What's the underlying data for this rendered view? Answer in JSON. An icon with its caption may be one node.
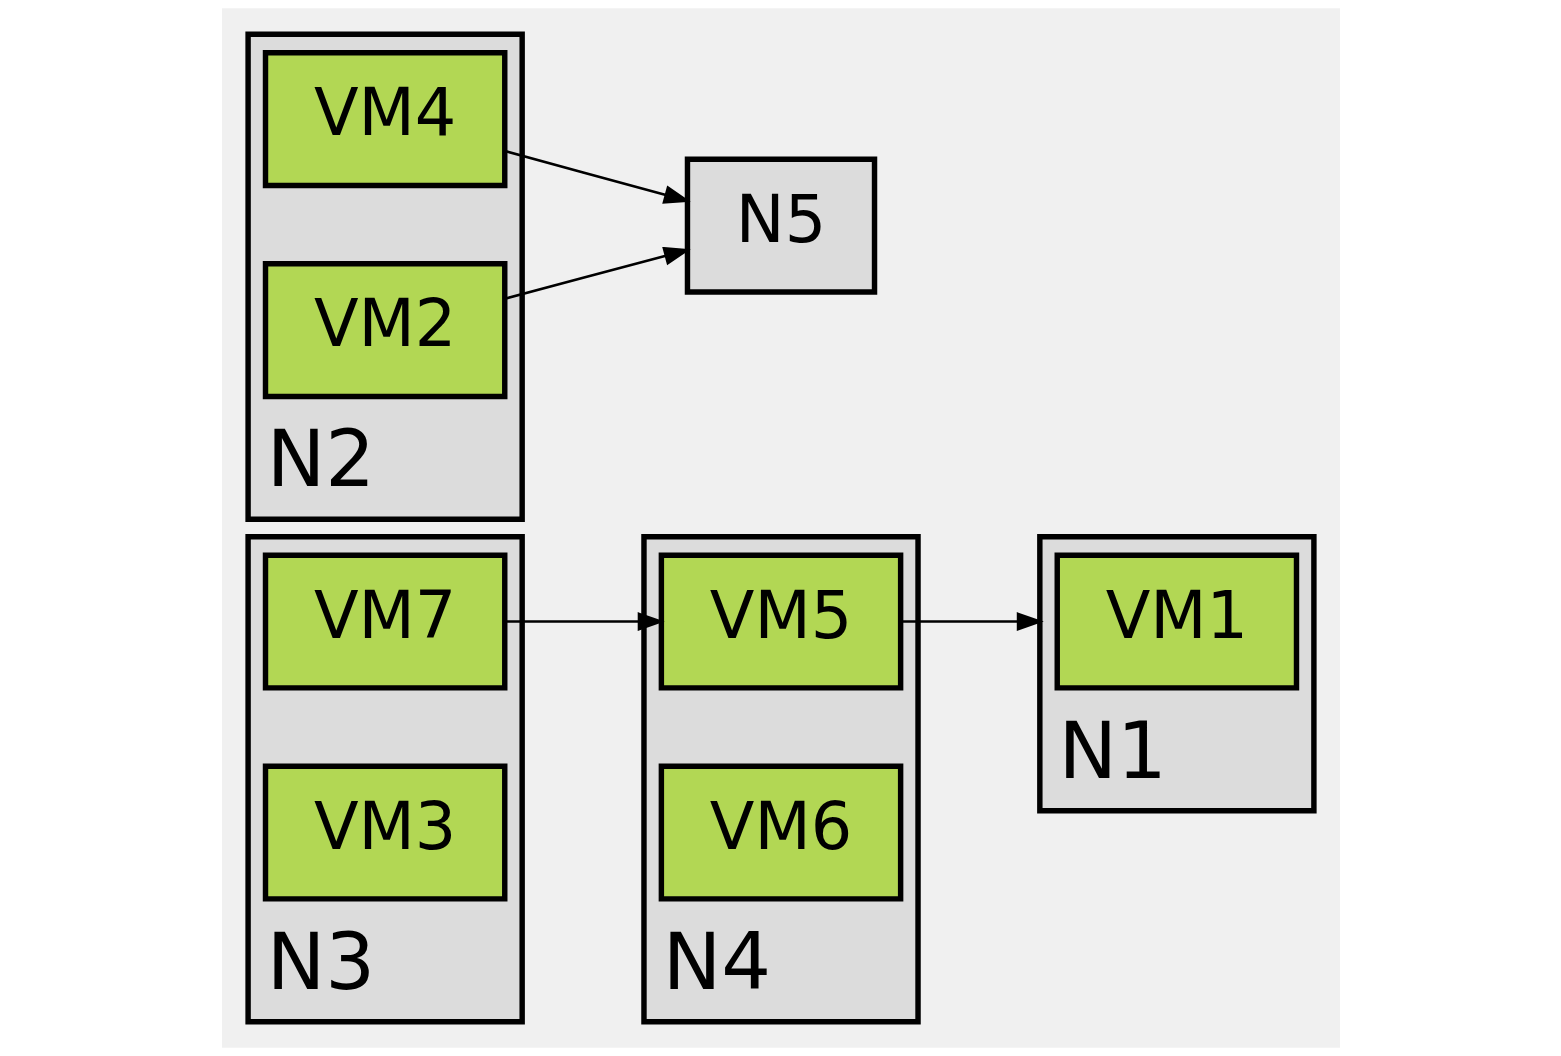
{
  "diagram": {
    "nodes": [
      {
        "text": [
          "N1"
        ]
      },
      {
        "text": [
          "VM1"
        ],
        "in": 0
      },
      {
        "text": [
          "N2"
        ]
      },
      {
        "text": [
          "VM4"
        ],
        "in": 2
      },
      {
        "text": [
          "VM2"
        ],
        "in": 2
      },
      {
        "text": [
          "N3"
        ]
      },
      {
        "text": [
          "VM7"
        ],
        "in": 5
      },
      {
        "text": [
          "VM3"
        ],
        "in": 5
      },
      {
        "text": [
          "N4"
        ]
      },
      {
        "text": [
          "VM5"
        ],
        "in": 8
      },
      {
        "text": [
          "VM6"
        ],
        "in": 8
      },
      {
        "text": [
          "N5"
        ]
      }
    ],
    "edges": [
      {
        "from": 9,
        "to": 0,
        "arrow": "to"
      },
      {
        "from": 6,
        "to": 9,
        "arrow": "to"
      },
      {
        "from": 4,
        "to": 11,
        "arrow": "to"
      },
      {
        "from": 3,
        "to": 11,
        "arrow": "to"
      }
    ]
  }
}
